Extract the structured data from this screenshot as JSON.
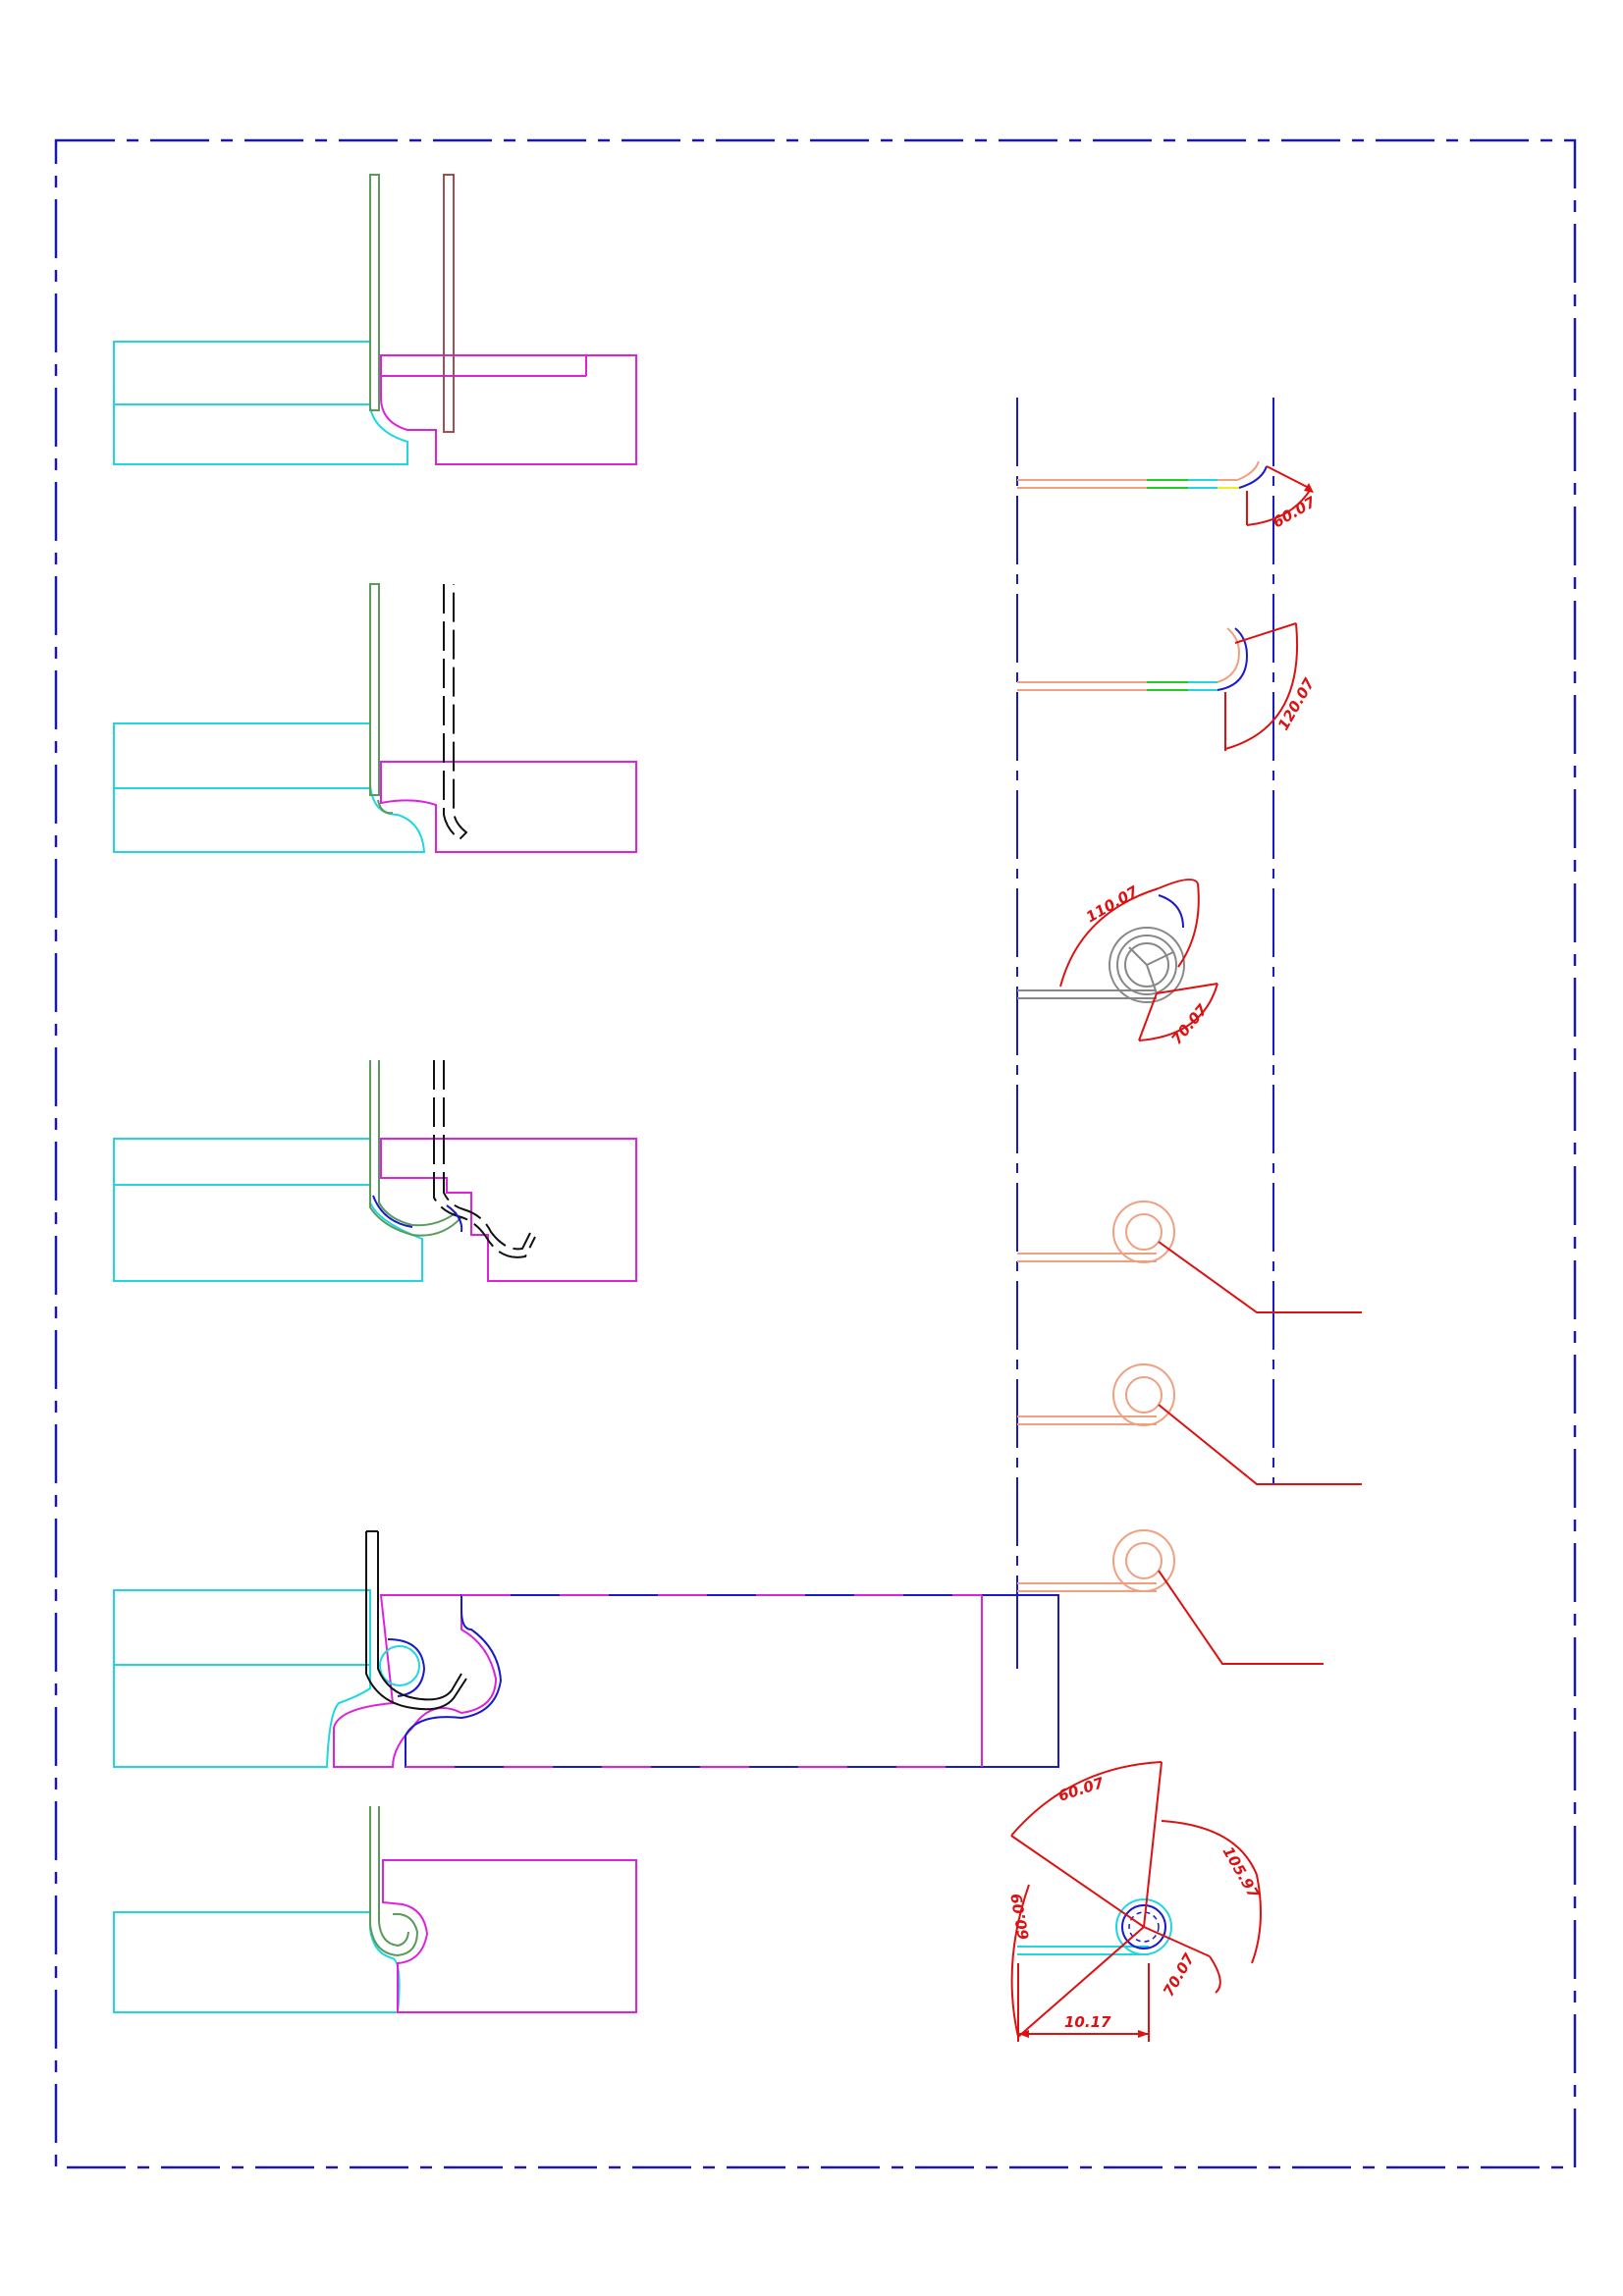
{
  "colors": {
    "frame": "#1a1aaa",
    "cyan": "#22d6e0",
    "magenta": "#dd22dd",
    "green": "#5a9a5a",
    "brown": "#a05050",
    "black": "#111111",
    "blue": "#1a1acc",
    "salmon": "#f0a080",
    "red": "#dd1111",
    "lime": "#22cc22",
    "yellow": "#eeee22",
    "gray": "#888888"
  },
  "dimensions": {
    "d1": "60.07",
    "d2": "120.07",
    "d3": "110.07",
    "d4": "70.07",
    "d5": "60.07",
    "d6": "105.97",
    "d7": "60.09",
    "d8": "70.07",
    "d9": "10.17"
  }
}
